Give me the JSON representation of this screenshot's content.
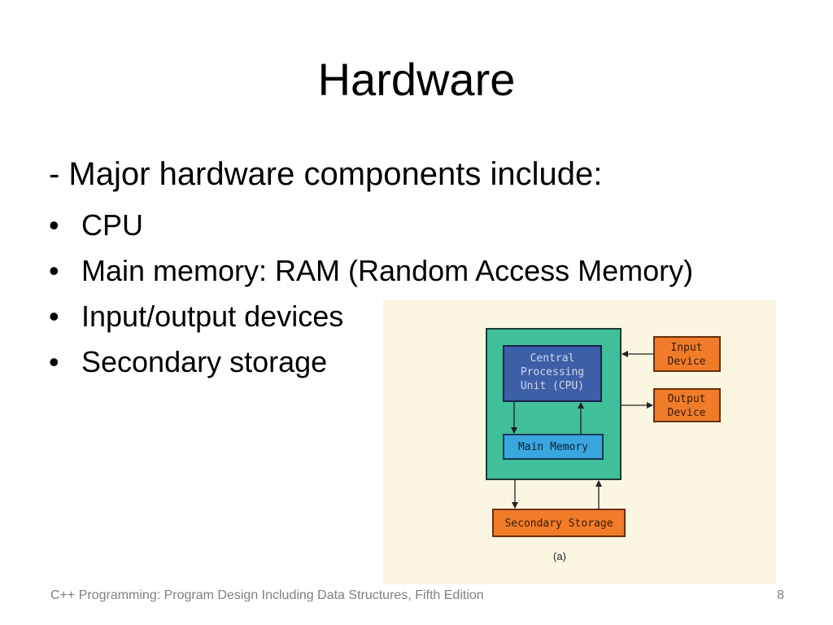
{
  "slide": {
    "title": "Hardware",
    "intro": "- Major hardware components include:",
    "bullets": [
      "CPU",
      "Main memory: RAM (Random Access Memory)",
      "Input/output devices",
      "Secondary storage"
    ],
    "footer": "C++ Programming: Program Design Including Data Structures, Fifth Edition",
    "page_number": "8"
  },
  "diagram": {
    "cpu": [
      "Central",
      "Processing",
      "Unit (CPU)"
    ],
    "main_memory": "Main Memory",
    "input_device": [
      "Input",
      "Device"
    ],
    "output_device": [
      "Output",
      "Device"
    ],
    "secondary_storage": "Secondary Storage",
    "caption": "(a)",
    "colors": {
      "background": "#fbf6e2",
      "computer": "#3fbf9a",
      "cpu": "#3d5fa8",
      "memory": "#3aa6e0",
      "device": "#f07c2a",
      "cpu_text": "#cfd8ea"
    }
  }
}
